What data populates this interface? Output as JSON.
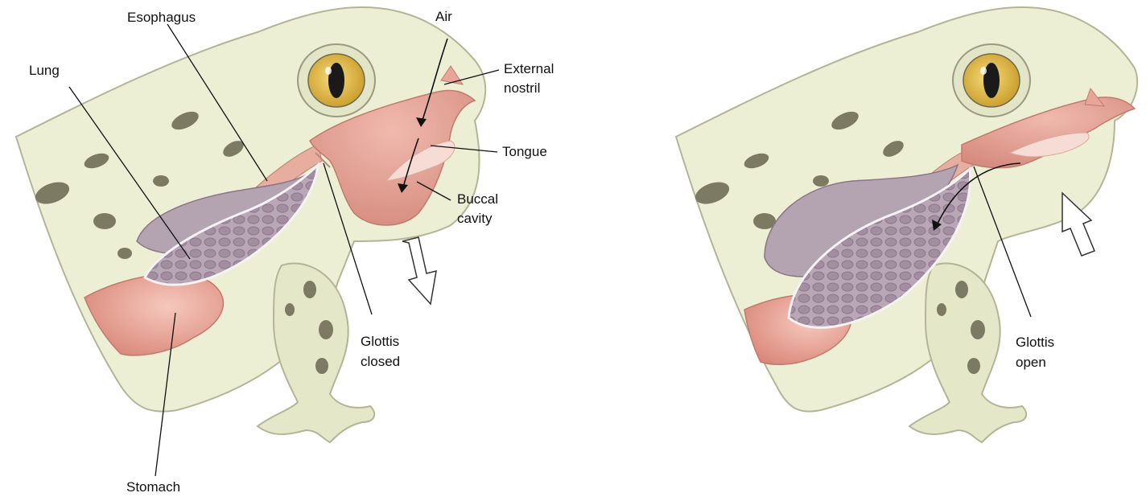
{
  "colors": {
    "skin": "#ecefd4",
    "skin_dark": "#dde2bd",
    "spots": "#7d7a63",
    "eye_iris": "#e6c24a",
    "buccal": "#e8a69a",
    "buccal_dark": "#c97d72",
    "lung": "#b6a3b3",
    "lung_dark": "#8b7588",
    "stomach": "#e59a8c",
    "outline": "#9a9a80",
    "text": "#111111"
  },
  "left_panel": {
    "labels": {
      "esophagus": "Esophagus",
      "lung": "Lung",
      "air": "Air",
      "external_nostril_line1": "External",
      "external_nostril_line2": "nostril",
      "tongue": "Tongue",
      "buccal_cavity_line1": "Buccal",
      "buccal_cavity_line2": "cavity",
      "glottis_line1": "Glottis",
      "glottis_line2": "closed",
      "stomach": "Stomach"
    }
  },
  "right_panel": {
    "labels": {
      "glottis_line1": "Glottis",
      "glottis_line2": "open"
    }
  }
}
